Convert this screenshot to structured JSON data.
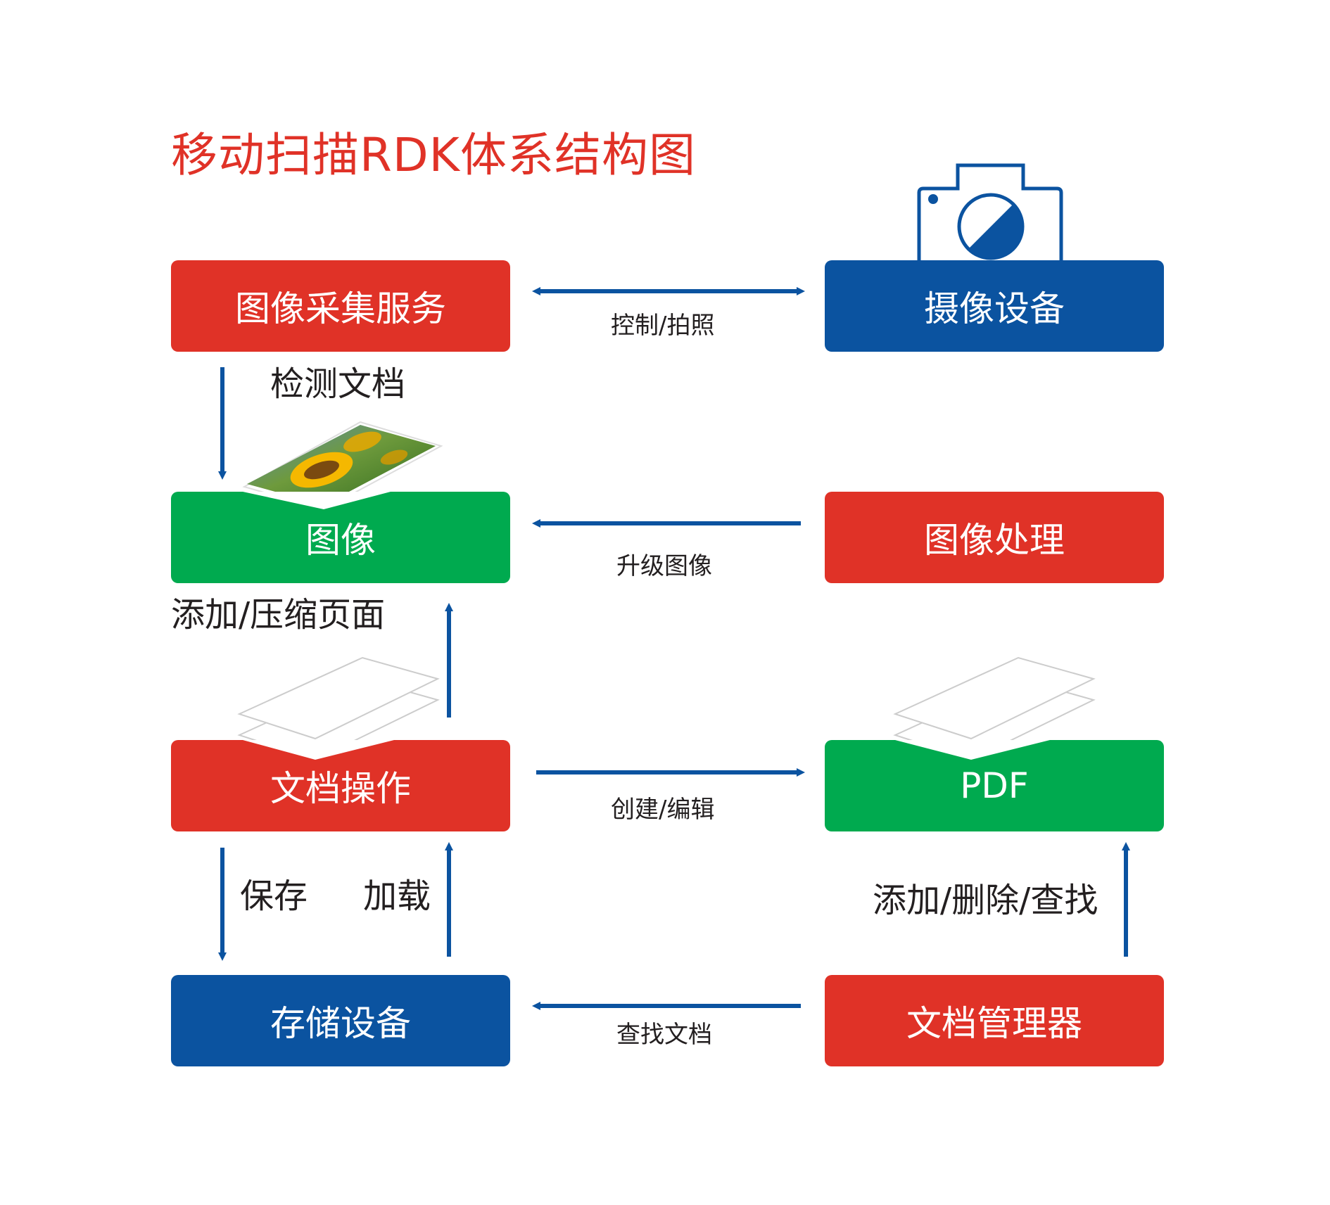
{
  "title": "移动扫描RDK体系结构图",
  "colors": {
    "red": "#e03227",
    "blue": "#0b53a0",
    "green": "#00aa4f",
    "arrow": "#0b53a0"
  },
  "boxes": {
    "capture_service": "图像采集服务",
    "camera_device": "摄像设备",
    "image": "图像",
    "image_processing": "图像处理",
    "doc_operation": "文档操作",
    "pdf": "PDF",
    "storage_device": "存储设备",
    "doc_manager": "文档管理器"
  },
  "labels": {
    "control_photo": "控制/拍照",
    "detect_doc": "检测文档",
    "upgrade_image": "升级图像",
    "add_compress_page": "添加/压缩页面",
    "create_edit": "创建/编辑",
    "save": "保存",
    "load": "加载",
    "add_delete_find": "添加/删除/查找",
    "find_doc": "查找文档"
  },
  "icons": {
    "camera": "camera-icon",
    "photo": "sunflower-photo-icon",
    "pages_left": "stacked-pages-icon",
    "pages_right": "stacked-pages-icon"
  }
}
